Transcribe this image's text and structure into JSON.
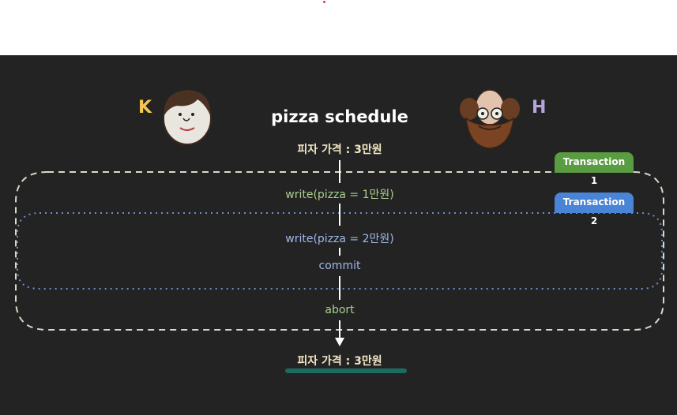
{
  "diagram": {
    "title": "pizza schedule",
    "initial_price": "피자 가격 : 3만원",
    "final_price": "피자 가격 : 3만원",
    "steps": [
      {
        "label": "write(pizza = 1만원)",
        "transaction": "Transaction 1"
      },
      {
        "label": "write(pizza = 2만원)",
        "transaction": "Transaction 2"
      },
      {
        "label": "commit",
        "transaction": "Transaction 2"
      },
      {
        "label": "abort",
        "transaction": "Transaction 1"
      }
    ],
    "transactions": [
      {
        "label": "Transaction 1",
        "color": "#5a9c41",
        "owner": "K"
      },
      {
        "label": "Transaction 2",
        "color": "#4a84d6",
        "owner": "H"
      }
    ],
    "users": [
      {
        "name": "K",
        "color": "#f4c653",
        "avatar": "young-man-face-icon"
      },
      {
        "name": "H",
        "color": "#b7a3de",
        "avatar": "bearded-man-face-icon"
      }
    ]
  }
}
